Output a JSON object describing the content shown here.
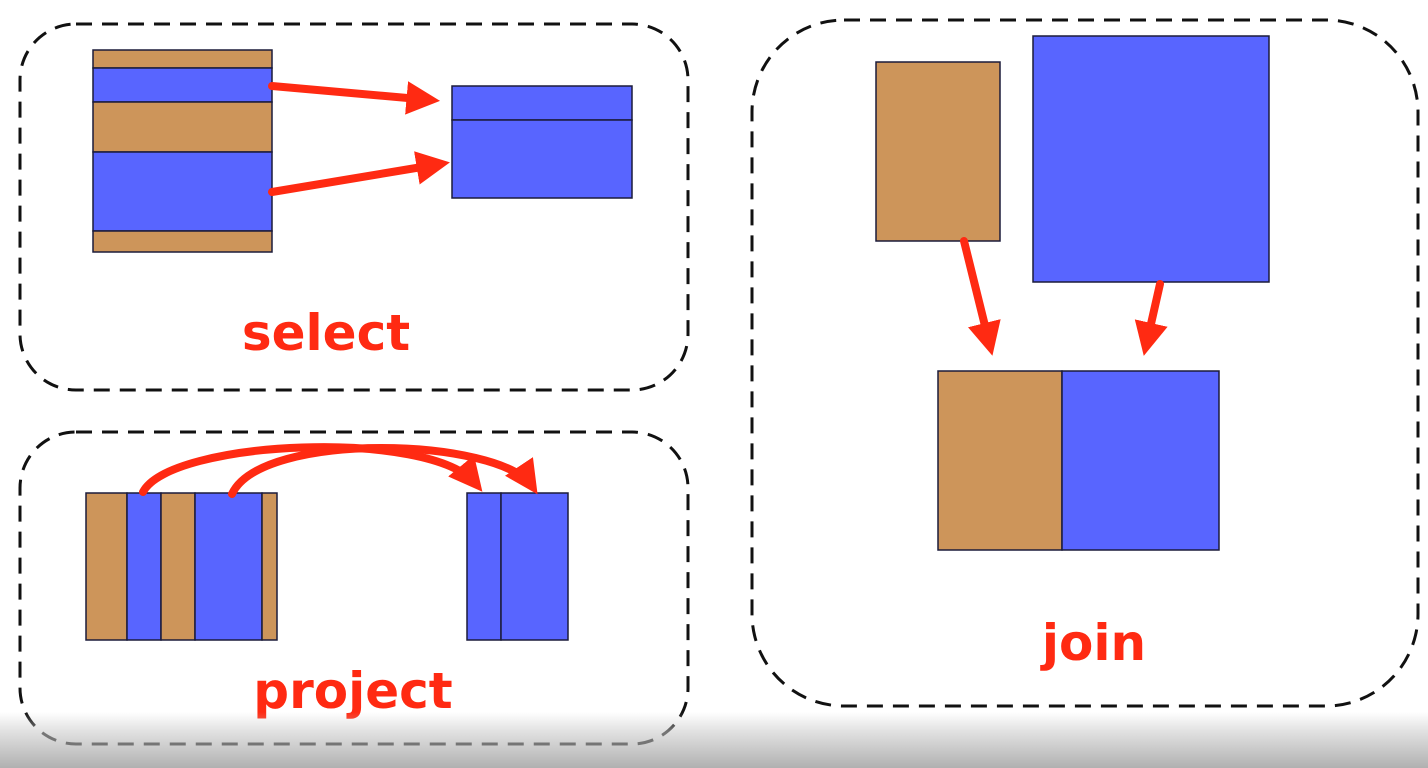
{
  "colors": {
    "brown": "#cd955a",
    "blue": "#5865ff",
    "arrow": "#ff2a12",
    "label": "#ff2a12",
    "border": "#111111"
  },
  "panels": {
    "select": {
      "label": "select"
    },
    "project": {
      "label": "project"
    },
    "join": {
      "label": "join"
    }
  }
}
